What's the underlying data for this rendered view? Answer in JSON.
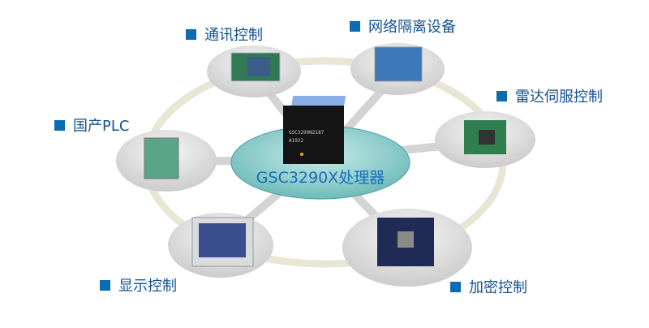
{
  "center": {
    "title": "GSC3290X处理器",
    "chip_marking": [
      "GSC3290N2187",
      "A1922"
    ]
  },
  "modules": [
    {
      "label": "通讯控制"
    },
    {
      "label": "网络隔离设备"
    },
    {
      "label": "雷达伺服控制"
    },
    {
      "label": "国产PLC"
    },
    {
      "label": "显示控制"
    },
    {
      "label": "加密控制"
    }
  ],
  "colors": {
    "accent": "#0b6cb4",
    "label_text": "#14528f",
    "platform": "#7fc8c6",
    "satellite": "#dcdcdc"
  }
}
